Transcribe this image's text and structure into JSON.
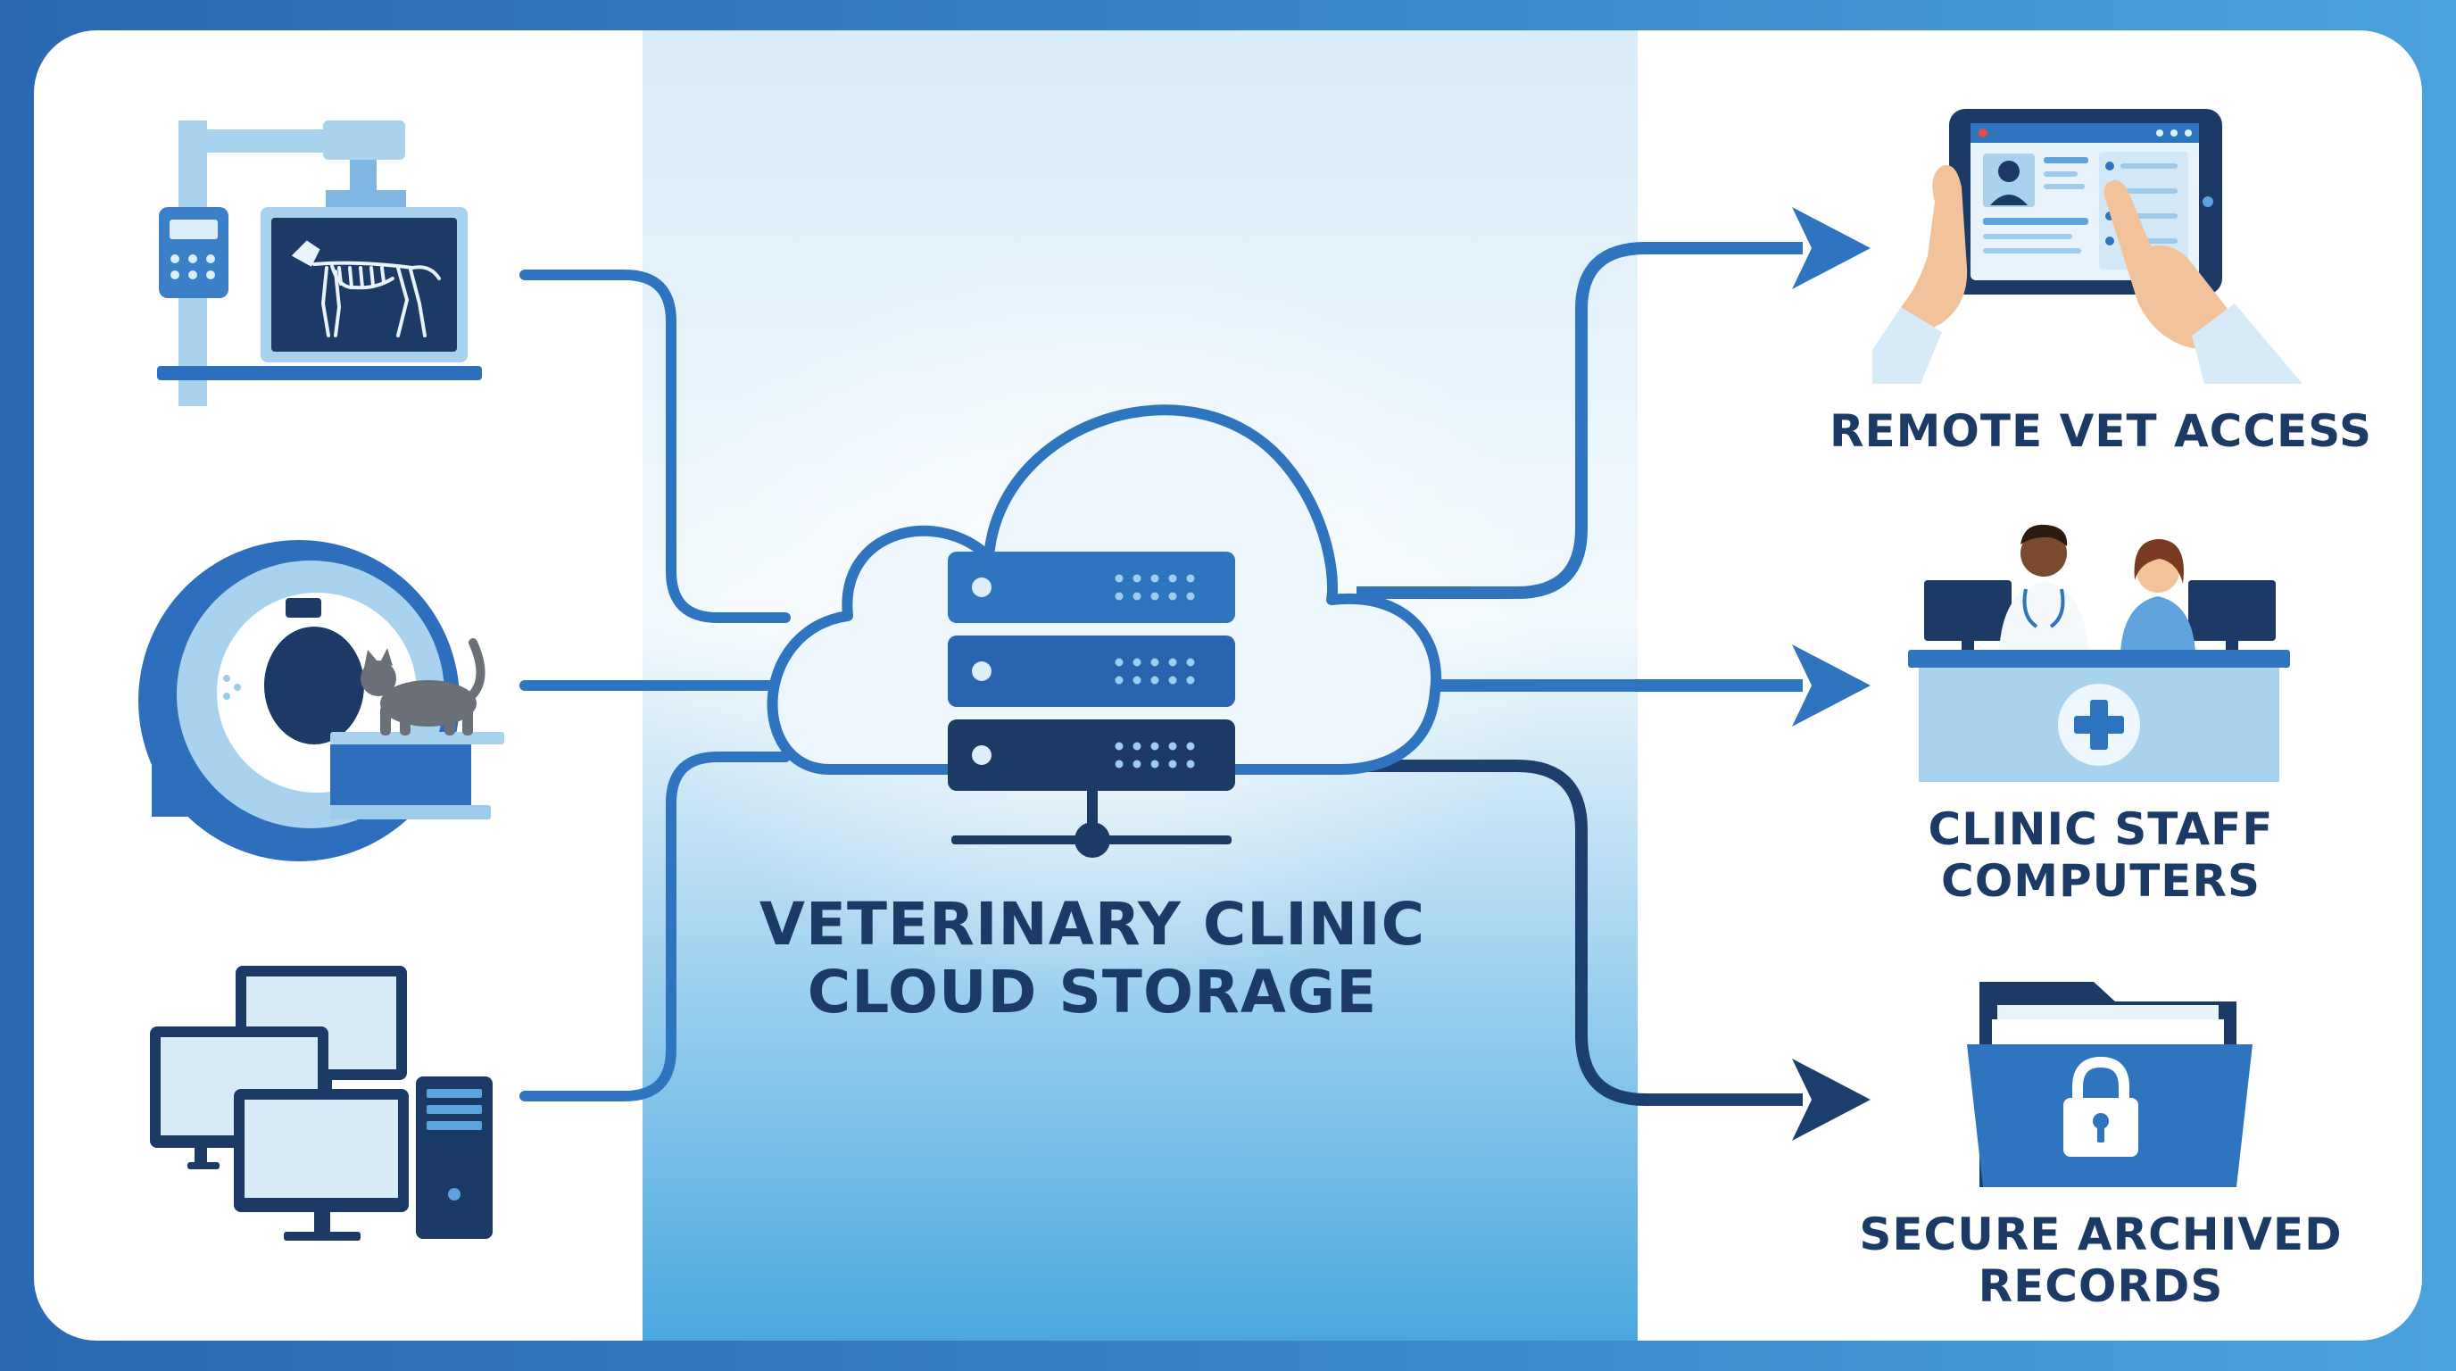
{
  "colors": {
    "frame": "#2f74bf",
    "dark_navy": "#1b3a66",
    "mid_blue": "#2d6fbd",
    "light_blue": "#9ecbeb",
    "center_panel": "#d8ecf9",
    "arrow_dark": "#1d3f6e"
  },
  "sources": {
    "xray": {
      "icon": "xray-machine-icon"
    },
    "mri": {
      "icon": "mri-scanner-icon"
    },
    "workstations": {
      "icon": "computer-workstations-icon"
    }
  },
  "hub": {
    "line1": "VETERINARY CLINIC",
    "line2": "CLOUD STORAGE",
    "icon": "cloud-server-icon"
  },
  "destinations": {
    "remote": {
      "label": "REMOTE VET ACCESS",
      "icon": "tablet-hands-icon"
    },
    "staff": {
      "line1": "CLINIC STAFF",
      "line2": "COMPUTERS",
      "icon": "reception-desk-icon"
    },
    "archive": {
      "line1": "SECURE ARCHIVED",
      "line2": "RECORDS",
      "icon": "locked-folder-icon"
    }
  }
}
